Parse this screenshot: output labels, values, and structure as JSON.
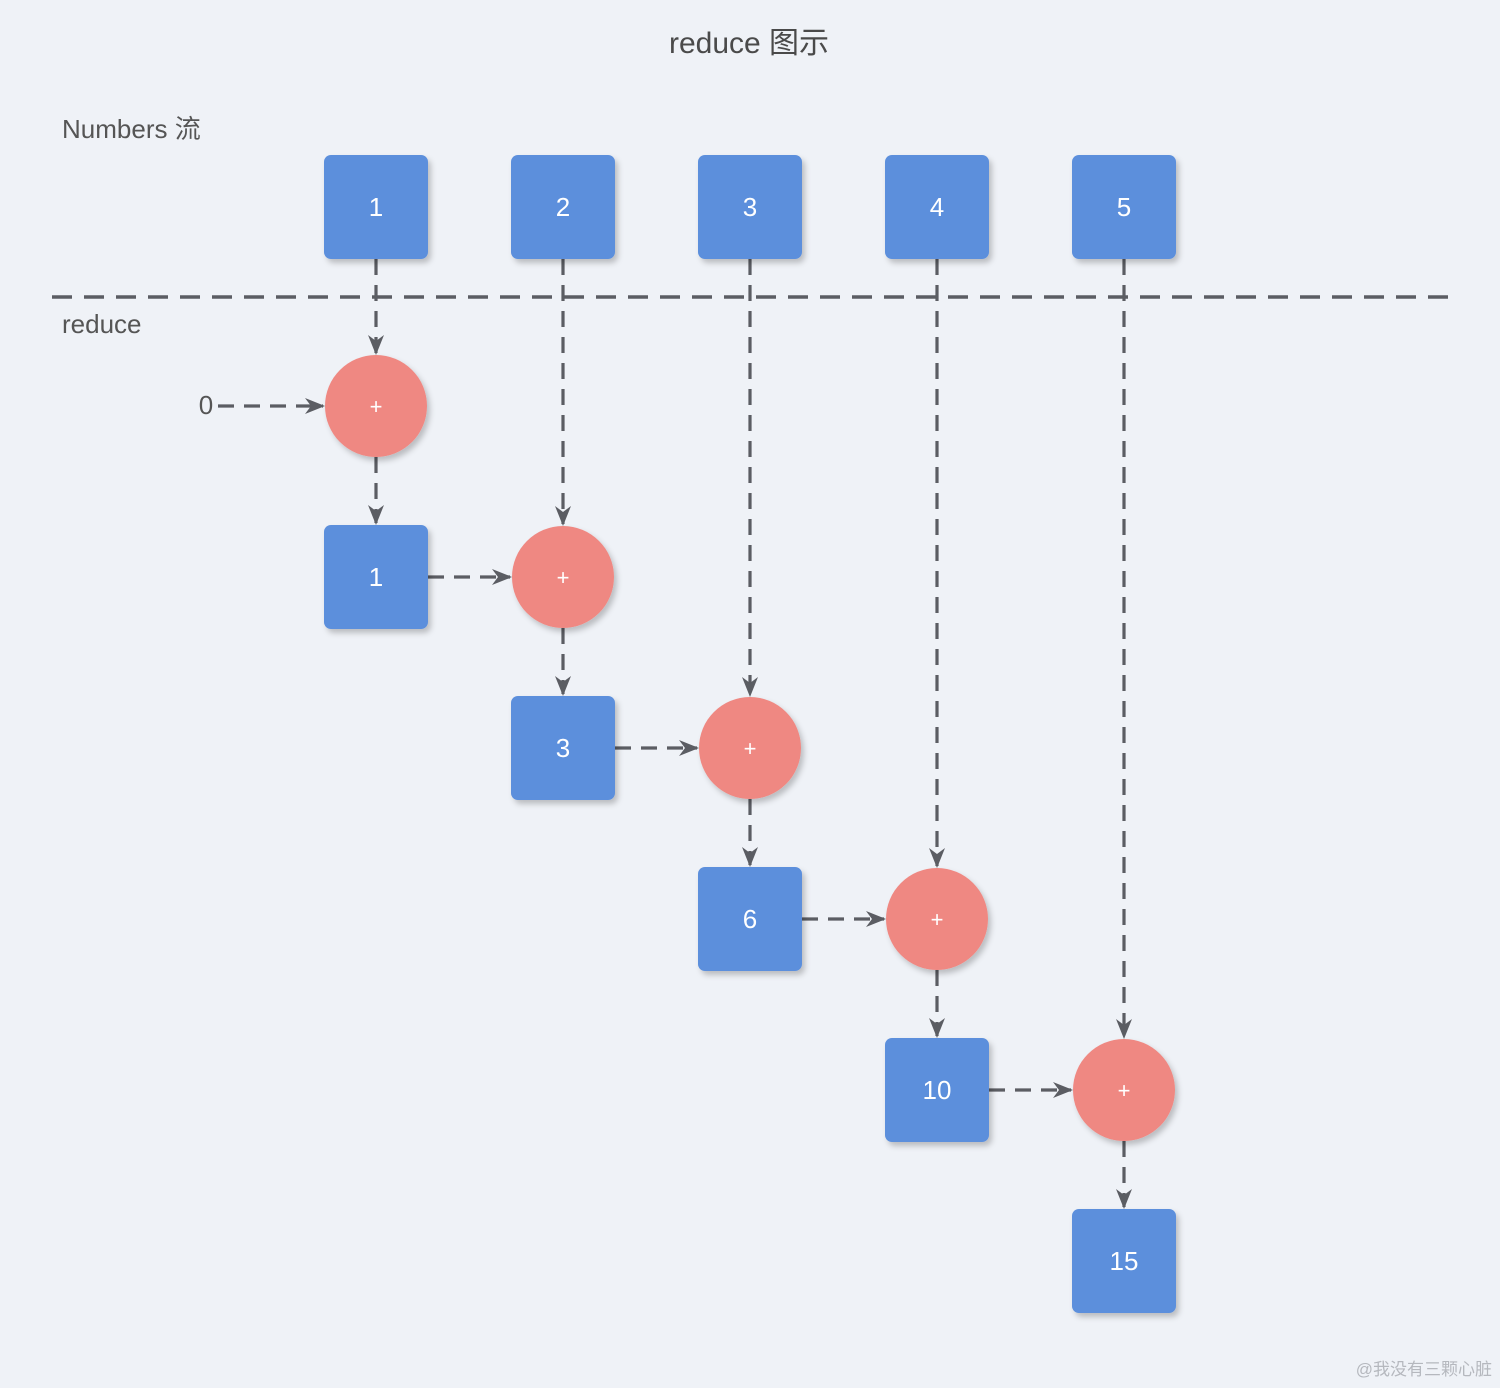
{
  "title": "reduce 图示",
  "labels": {
    "source": "Numbers 流",
    "operator": "reduce"
  },
  "seed": "0",
  "watermark": "@我没有三颗心脏",
  "operator_symbol": "+",
  "colors": {
    "background": "#eff2f7",
    "value_node": "#5b8fdc",
    "operator_node": "#ef8882",
    "arrow": "#5b5d63"
  },
  "source_values": [
    "1",
    "2",
    "3",
    "4",
    "5"
  ],
  "accumulated_values": [
    "1",
    "3",
    "6",
    "10",
    "15"
  ]
}
